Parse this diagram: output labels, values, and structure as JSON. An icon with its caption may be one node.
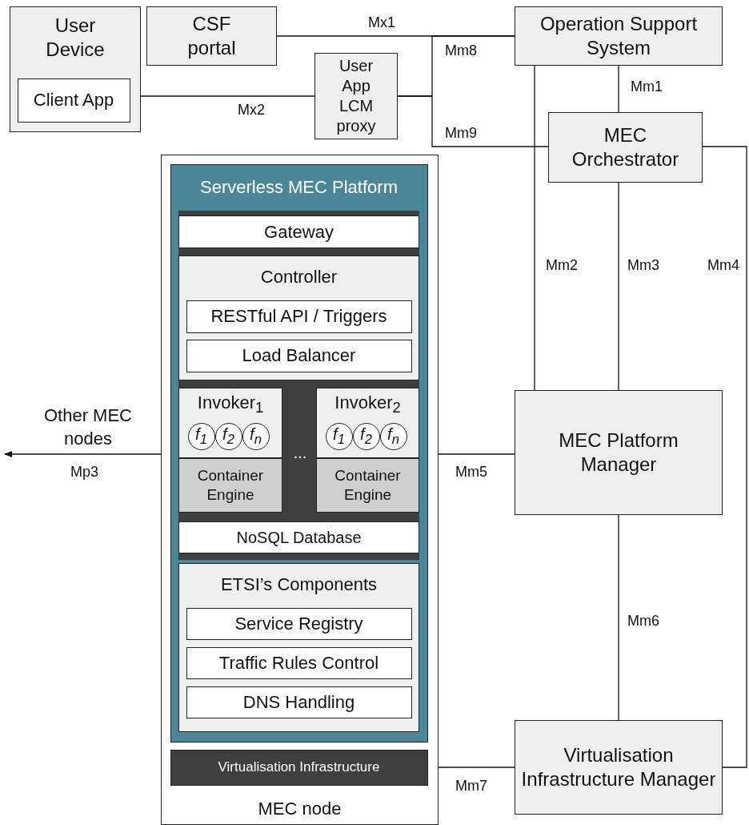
{
  "diagram": {
    "nodes": [
      {
        "text": [
          "User Device"
        ]
      },
      {
        "text": [
          "Client App"
        ],
        "in": 0
      },
      {
        "text": [
          "CSF portal"
        ]
      },
      {
        "text": [
          "User App LCM proxy"
        ]
      },
      {
        "text": [
          "Operation Support System"
        ]
      },
      {
        "text": [
          "MEC Orchestrator"
        ]
      },
      {
        "text": [
          "MEC node"
        ]
      },
      {
        "text": [
          "Serverless MEC Platform"
        ],
        "in": 6
      },
      {
        "text": [
          "Gateway"
        ],
        "in": 7
      },
      {
        "text": [
          "Controller"
        ],
        "in": 7
      },
      {
        "text": [
          "RESTful API / Triggers"
        ],
        "in": 9
      },
      {
        "text": [
          "Load Balancer"
        ],
        "in": 9
      },
      {
        "text": [
          "Invoker$_{1}$"
        ],
        "in": 7
      },
      {
        "text": [
          "f$_{1}$"
        ],
        "in": 12
      },
      {
        "text": [
          "f$_{2}$"
        ],
        "in": 12
      },
      {
        "text": [
          "f$_{n}$"
        ],
        "in": 12
      },
      {
        "text": [
          "Container Engine"
        ],
        "in": 7
      },
      {
        "text": [
          "Invoker$_{2}$"
        ],
        "in": 7
      },
      {
        "text": [
          "f$_{1}$"
        ],
        "in": 17
      },
      {
        "text": [
          "f$_{2}$"
        ],
        "in": 17
      },
      {
        "text": [
          "f$_{n}$"
        ],
        "in": 17
      },
      {
        "text": [
          "Container Engine"
        ],
        "in": 7
      },
      {
        "text": [
          "NoSQL Database"
        ],
        "in": 7
      },
      {
        "text": [
          "ETSI’s Components"
        ],
        "in": 7
      },
      {
        "text": [
          "Service Registry"
        ],
        "in": 23
      },
      {
        "text": [
          "Traffic Rules Control"
        ],
        "in": 23
      },
      {
        "text": [
          "DNS Handling"
        ],
        "in": 23
      },
      {
        "text": [
          "Virtualisation Infrastructure"
        ],
        "in": 6
      },
      {
        "text": [
          "MEC Platform Manager"
        ]
      },
      {
        "text": [
          "Virtualisation Infrastructure Manager"
        ]
      }
    ],
    "edges": [
      {
        "from": 1,
        "to": 3,
        "arrow": "none",
        "label": "Mx2"
      },
      {
        "from": 2,
        "to": 4,
        "arrow": "none",
        "label": "Mx1"
      },
      {
        "from": 3,
        "to": 4,
        "arrow": "none",
        "label": "Mm8"
      },
      {
        "from": 3,
        "to": 5,
        "arrow": "none",
        "label": "Mm9"
      },
      {
        "from": 4,
        "to": 5,
        "arrow": "none",
        "label": "Mm1"
      },
      {
        "from": 4,
        "to": 28,
        "arrow": "none",
        "label": "Mm2"
      },
      {
        "from": 5,
        "to": 28,
        "arrow": "none",
        "label": "Mm3"
      },
      {
        "from": 5,
        "to": 29,
        "arrow": "none",
        "label": "Mm4"
      },
      {
        "from": 7,
        "to": 28,
        "arrow": "none",
        "label": "Mm5"
      },
      {
        "from": 28,
        "to": 29,
        "arrow": "none",
        "label": "Mm6"
      },
      {
        "from": 27,
        "to": 29,
        "arrow": "none",
        "label": "Mm7"
      },
      {
        "from": 7,
        "to": null,
        "arrow": "to",
        "label": "Mp3"
      }
    ],
    "labels": [
      "Other MEC nodes",
      "..."
    ]
  }
}
